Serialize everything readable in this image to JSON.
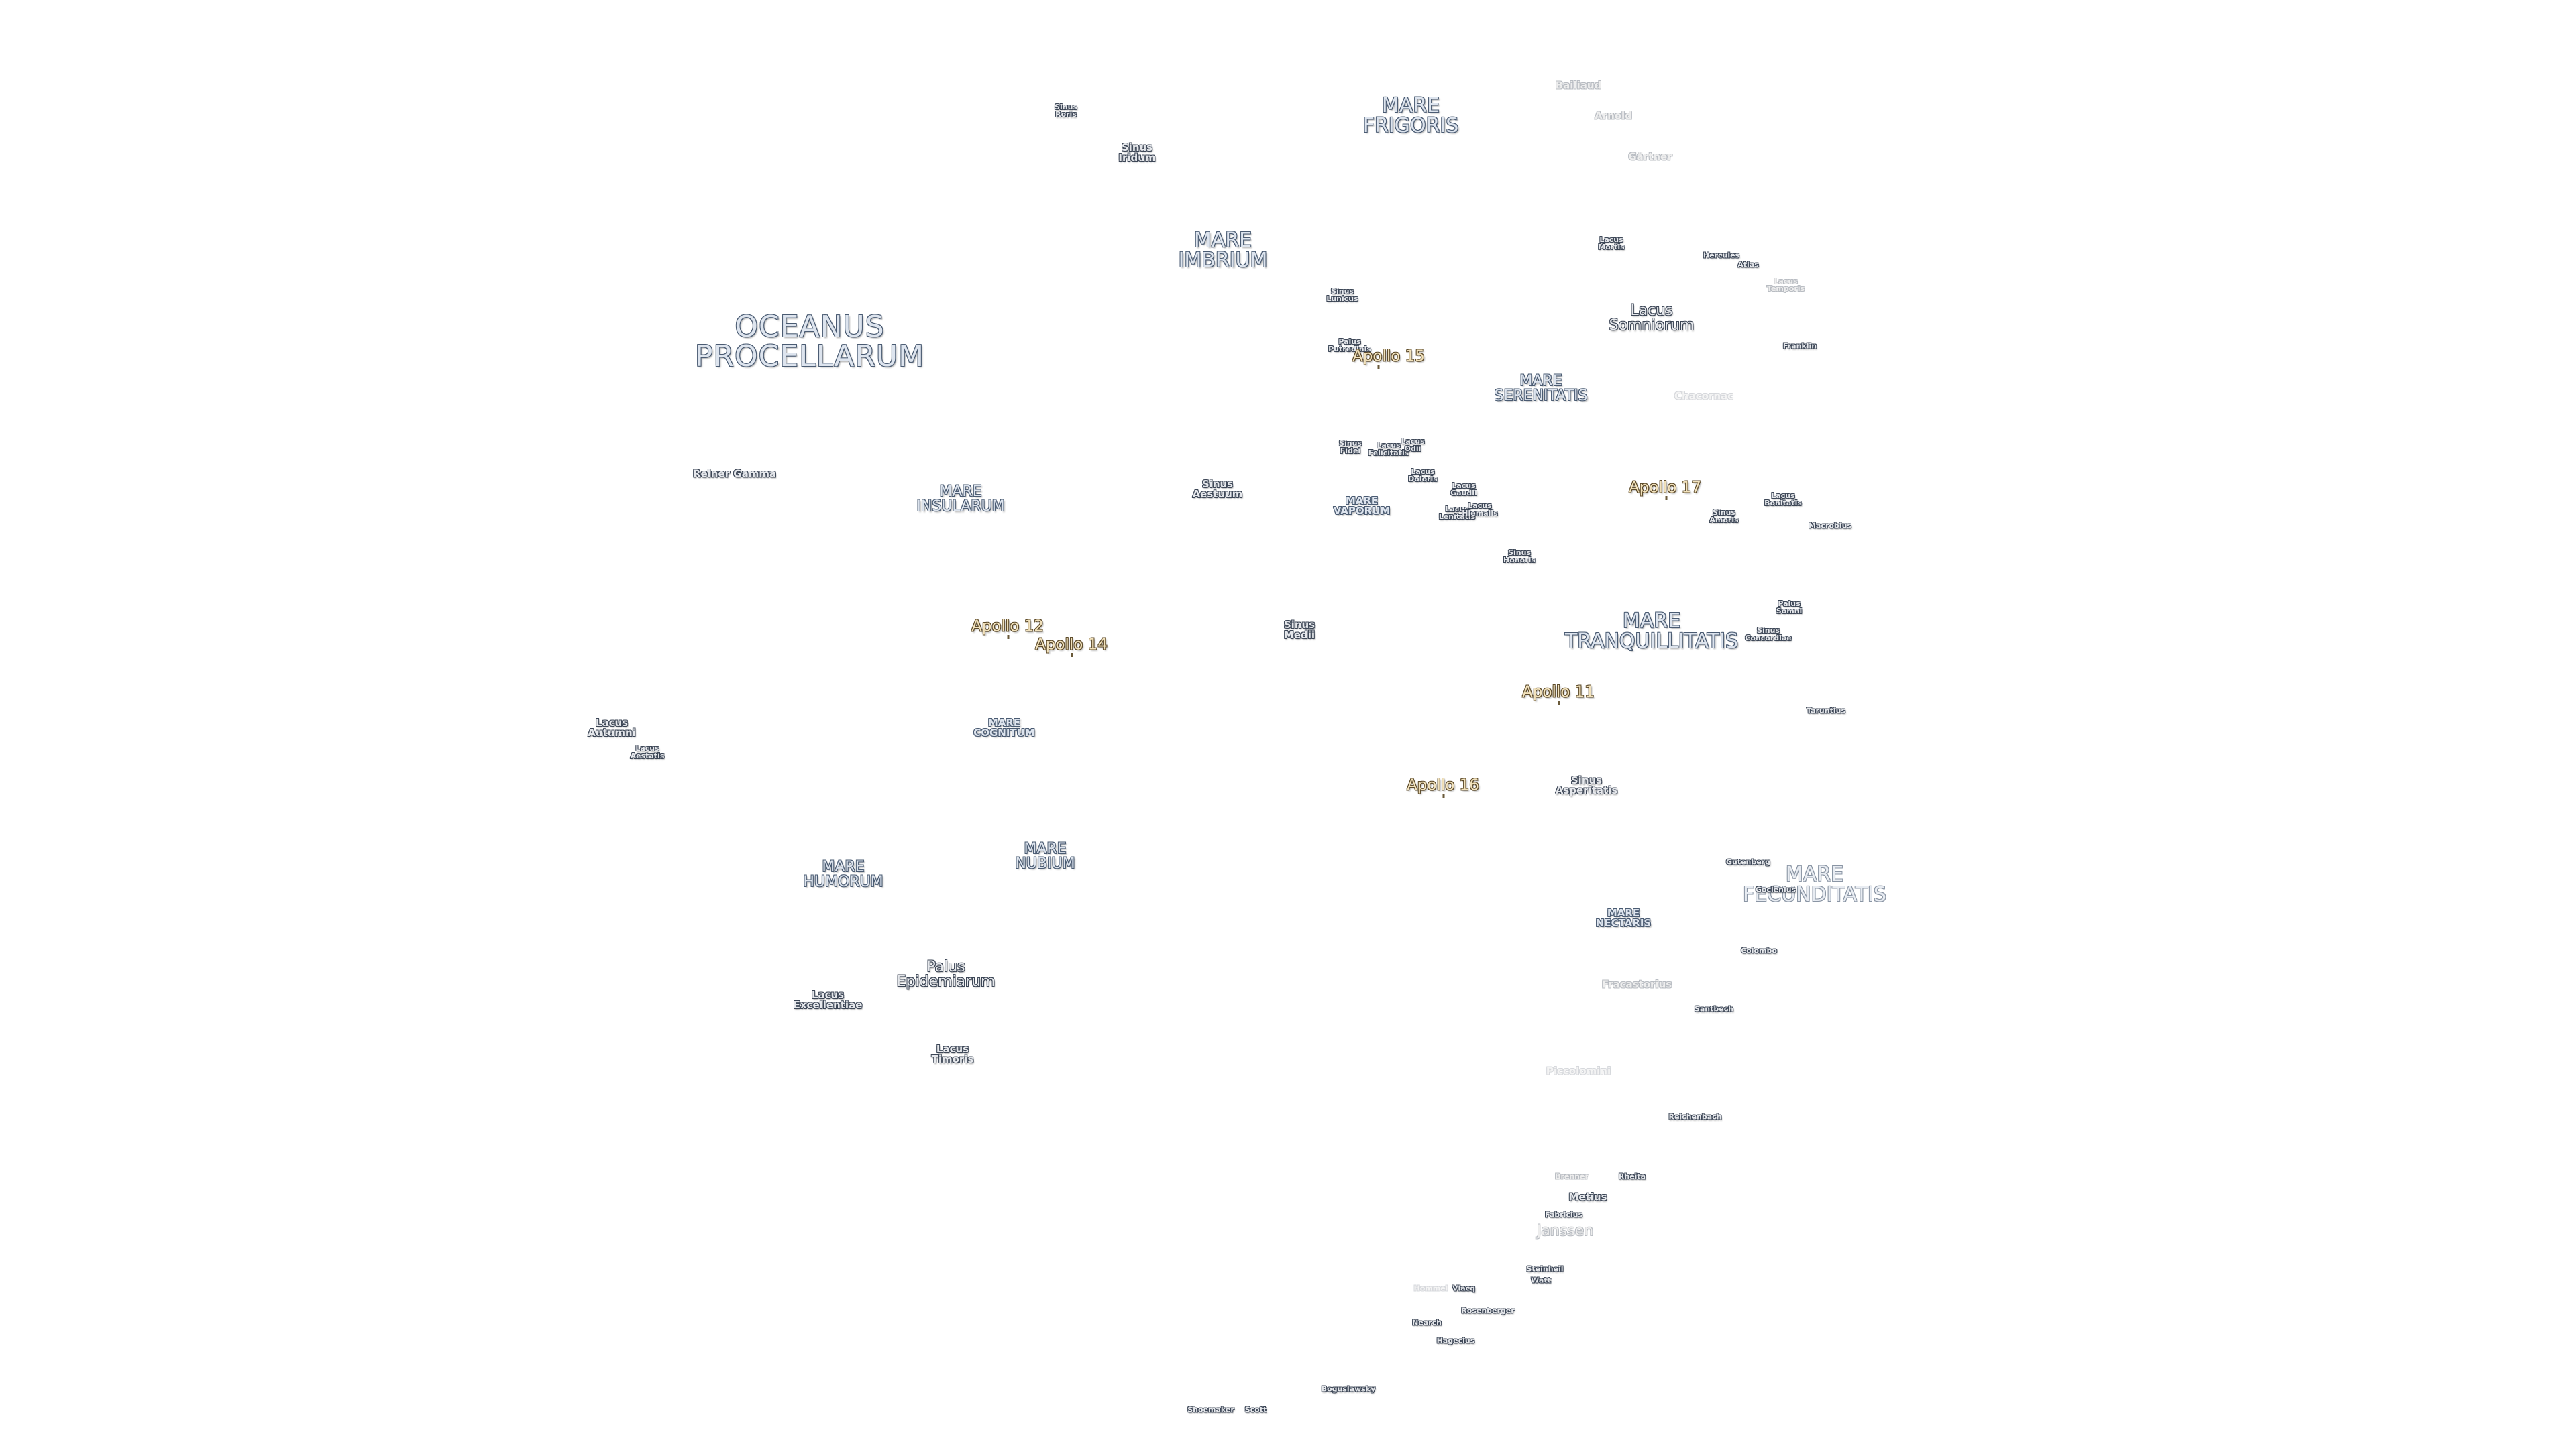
{
  "maria": {
    "oceanus_procellarum": [
      "OCEANUS",
      "PROCELLARUM"
    ],
    "mare_frigoris": [
      "MARE",
      "FRIGORIS"
    ],
    "mare_imbrium": [
      "MARE",
      "IMBRIUM"
    ],
    "mare_serenitatis": [
      "MARE",
      "SERENITATIS"
    ],
    "mare_insularum": [
      "MARE",
      "INSULARUM"
    ],
    "mare_vaporum": [
      "MARE",
      "VAPORUM"
    ],
    "mare_tranquillitatis": [
      "MARE",
      "TRANQUILLITATIS"
    ],
    "mare_cognitum": [
      "MARE",
      "COGNITUM"
    ],
    "mare_nubium": [
      "MARE",
      "NUBIUM"
    ],
    "mare_humorum": [
      "MARE",
      "HUMORUM"
    ],
    "mare_nectaris": [
      "MARE",
      "NECTARIS"
    ],
    "mare_fecunditatis": [
      "MARE",
      "FECUNDITATIS"
    ]
  },
  "features": {
    "sinus_roris": [
      "Sinus",
      "Roris"
    ],
    "sinus_iridum": [
      "Sinus",
      "Iridum"
    ],
    "sinus_lunicus": [
      "Sinus",
      "Lunicus"
    ],
    "palus_putredinis": [
      "Palus",
      "Putredinis"
    ],
    "sinus_fidei": [
      "Sinus",
      "Fidei"
    ],
    "lacus_felicitatis": [
      "Lacus",
      "Felicitatis"
    ],
    "lacus_odii": [
      "Lacus",
      "Odii"
    ],
    "lacus_doloris": [
      "Lacus",
      "Doloris"
    ],
    "lacus_gaudii": [
      "Lacus",
      "Gaudii"
    ],
    "lacus_lenitatis": [
      "Lacus",
      "Lenitatis"
    ],
    "lacus_hiemalis": [
      "Lacus",
      "Hiemalis"
    ],
    "sinus_honoris": [
      "Sinus",
      "Honoris"
    ],
    "sinus_aestuum": [
      "Sinus",
      "Aestuum"
    ],
    "sinus_medii": [
      "Sinus",
      "Medii"
    ],
    "lacus_mortis": [
      "Lacus",
      "Mortis"
    ],
    "lacus_somniorum": [
      "Lacus",
      "Somniorum"
    ],
    "lacus_temporis": [
      "Lacus",
      "Temporis"
    ],
    "sinus_amoris": [
      "Sinus",
      "Amoris"
    ],
    "lacus_bonitatis": [
      "Lacus",
      "Bonitatis"
    ],
    "palus_somni": [
      "Palus",
      "Somni"
    ],
    "sinus_concordiae": [
      "Sinus",
      "Concordiae"
    ],
    "sinus_asperitatis": [
      "Sinus",
      "Asperitatis"
    ],
    "lacus_autumni": [
      "Lacus",
      "Autumni"
    ],
    "lacus_aestatis": [
      "Lacus",
      "Aestatis"
    ],
    "palus_epidemiarum": [
      "Palus",
      "Epidemiarum"
    ],
    "lacus_excellentiae": [
      "Lacus",
      "Excellentiae"
    ],
    "lacus_timoris": [
      "Lacus",
      "Timoris"
    ]
  },
  "craters": {
    "bailiaud": "Bailiaud",
    "arnold": "Arnold",
    "gartner": "Gärtner",
    "hercules": "Hercules",
    "atlas": "Atlas",
    "franklin": "Franklin",
    "chacornac": "Chacornac",
    "macrobius": "Macrobius",
    "taruntius": "Taruntius",
    "reiner_gamma": "Reiner Gamma",
    "gutenberg": "Gutenberg",
    "goclenius": "Goclenius",
    "colombo": "Colombo",
    "fracastorius": "Fracastorius",
    "santbech": "Santbech",
    "piccolomini": "Piccolomini",
    "reichenbach": "Reichenbach",
    "brenner": "Brenner",
    "rheita": "Rheita",
    "metius": "Metius",
    "fabricius": "Fabricius",
    "janssen": "Janssen",
    "steinheil": "Steinheil",
    "watt": "Watt",
    "hommel": "Hommel",
    "vlacq": "Vlacq",
    "rosenberger": "Rosenberger",
    "nearch": "Nearch",
    "hagecius": "Hagecius",
    "boguslawsky": "Boguslawsky",
    "shoemaker": "Shoemaker",
    "scott": "Scott"
  },
  "apollo": {
    "apollo_15": "Apollo 15",
    "apollo_17": "Apollo 17",
    "apollo_12": "Apollo 12",
    "apollo_14": "Apollo 14",
    "apollo_11": "Apollo 11",
    "apollo_16": "Apollo 16"
  },
  "colors": {
    "background": "#ffffff",
    "mare_text": "#dde4ee",
    "mare_outline": "#4a5b72",
    "apollo_text": "#f2e2bc",
    "apollo_outline": "#5c4a2a"
  }
}
